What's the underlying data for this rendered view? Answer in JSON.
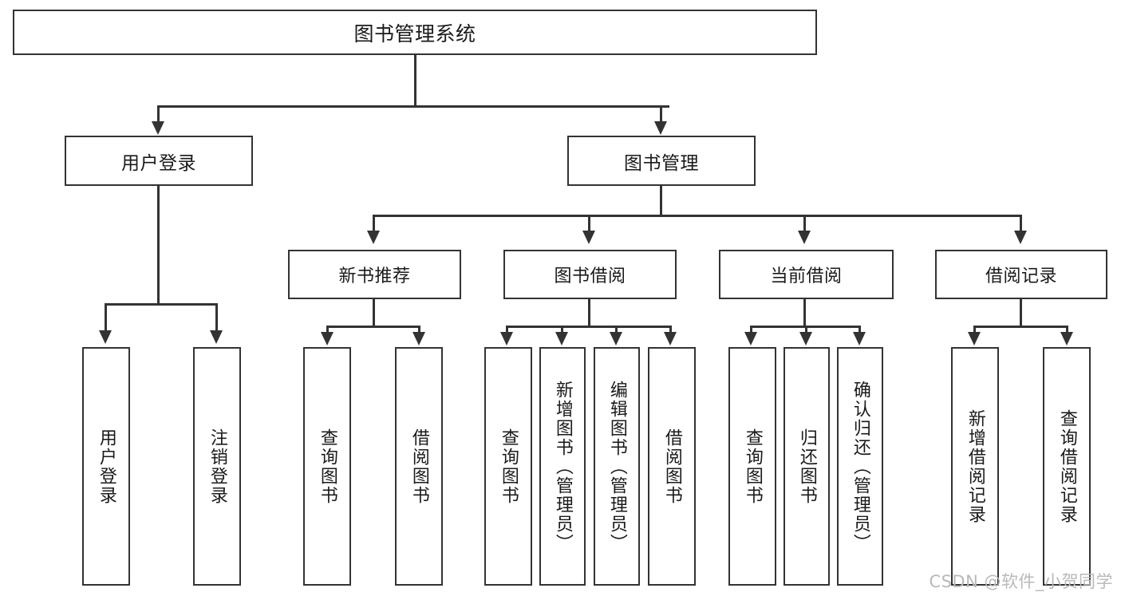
{
  "diagram": {
    "type": "tree",
    "title": "图书管理系统",
    "root": {
      "label": "图书管理系统"
    },
    "level2": [
      {
        "label": "用户登录"
      },
      {
        "label": "图书管理"
      }
    ],
    "level3": [
      {
        "label": "新书推荐"
      },
      {
        "label": "图书借阅"
      },
      {
        "label": "当前借阅"
      },
      {
        "label": "借阅记录"
      }
    ],
    "leaves": {
      "user_login": [
        {
          "label": "用户登录"
        },
        {
          "label": "注销登录"
        }
      ],
      "new_book": [
        {
          "label": "查询图书"
        },
        {
          "label": "借阅图书"
        }
      ],
      "book_borrow": [
        {
          "label": "查询图书"
        },
        {
          "label": "新增图书（管理员）"
        },
        {
          "label": "编辑图书（管理员）"
        },
        {
          "label": "借阅图书"
        }
      ],
      "current_borrow": [
        {
          "label": "查询图书"
        },
        {
          "label": "归还图书"
        },
        {
          "label": "确认归还（管理员）"
        }
      ],
      "borrow_record": [
        {
          "label": "新增借阅记录"
        },
        {
          "label": "查询借阅记录"
        }
      ]
    }
  },
  "watermark": {
    "text": "CSDN @软件_小贺同学"
  },
  "colors": {
    "box_border": "#333333",
    "box_fill": "#ffffff",
    "connector": "#333333",
    "text": "#1a1a1a",
    "watermark": "#b9b9b9"
  }
}
